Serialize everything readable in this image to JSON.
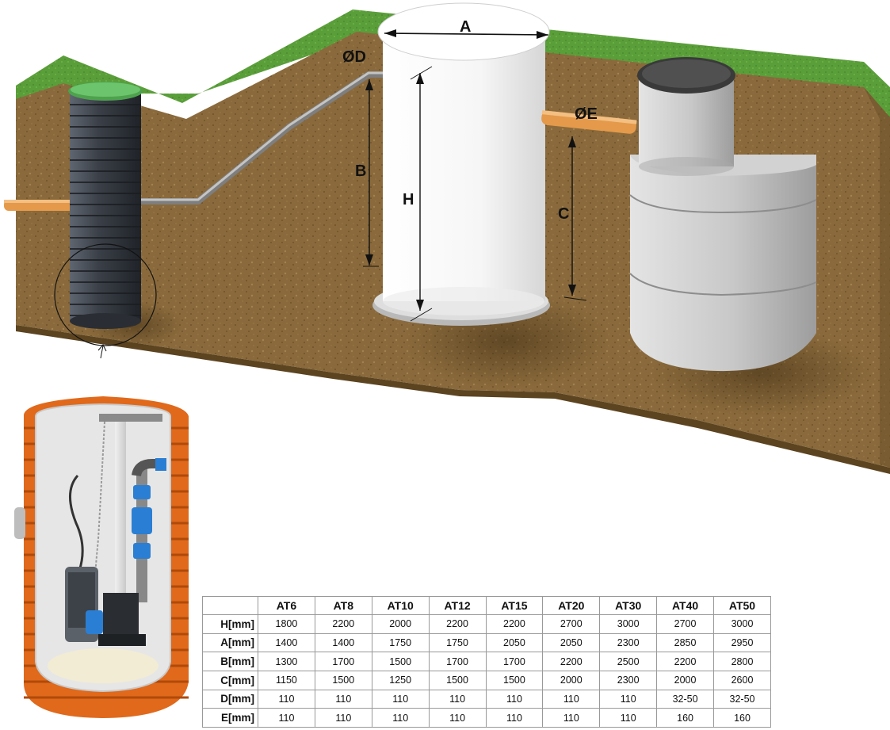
{
  "diagram": {
    "labels": {
      "a": "A",
      "d": "ØD",
      "e": "ØE",
      "b": "B",
      "h": "H",
      "c": "C"
    }
  },
  "colors": {
    "grass": "#5a9e3a",
    "soil": "#8a6a3c",
    "tank_white": "#f4f4f4",
    "septic_gray": "#bdbdbd",
    "pipe_orange": "#e49a4a",
    "pipe_gray": "#9a9a9a",
    "pump_orange": "#e06a1a",
    "pump_blue": "#2a7fd4"
  },
  "table": {
    "columns": [
      "",
      "AT6",
      "AT8",
      "AT10",
      "AT12",
      "AT15",
      "AT20",
      "AT30",
      "AT40",
      "AT50"
    ],
    "rows": [
      {
        "label": "H[mm]",
        "values": [
          "1800",
          "2200",
          "2000",
          "2200",
          "2200",
          "2700",
          "3000",
          "2700",
          "3000"
        ]
      },
      {
        "label": "A[mm]",
        "values": [
          "1400",
          "1400",
          "1750",
          "1750",
          "2050",
          "2050",
          "2300",
          "2850",
          "2950"
        ]
      },
      {
        "label": "B[mm]",
        "values": [
          "1300",
          "1700",
          "1500",
          "1700",
          "1700",
          "2200",
          "2500",
          "2200",
          "2800"
        ]
      },
      {
        "label": "C[mm]",
        "values": [
          "1150",
          "1500",
          "1250",
          "1500",
          "1500",
          "2000",
          "2300",
          "2000",
          "2600"
        ]
      },
      {
        "label": "D[mm]",
        "values": [
          "110",
          "110",
          "110",
          "110",
          "110",
          "110",
          "110",
          "32-50",
          "32-50"
        ]
      },
      {
        "label": "E[mm]",
        "values": [
          "110",
          "110",
          "110",
          "110",
          "110",
          "110",
          "110",
          "160",
          "160"
        ]
      }
    ]
  }
}
